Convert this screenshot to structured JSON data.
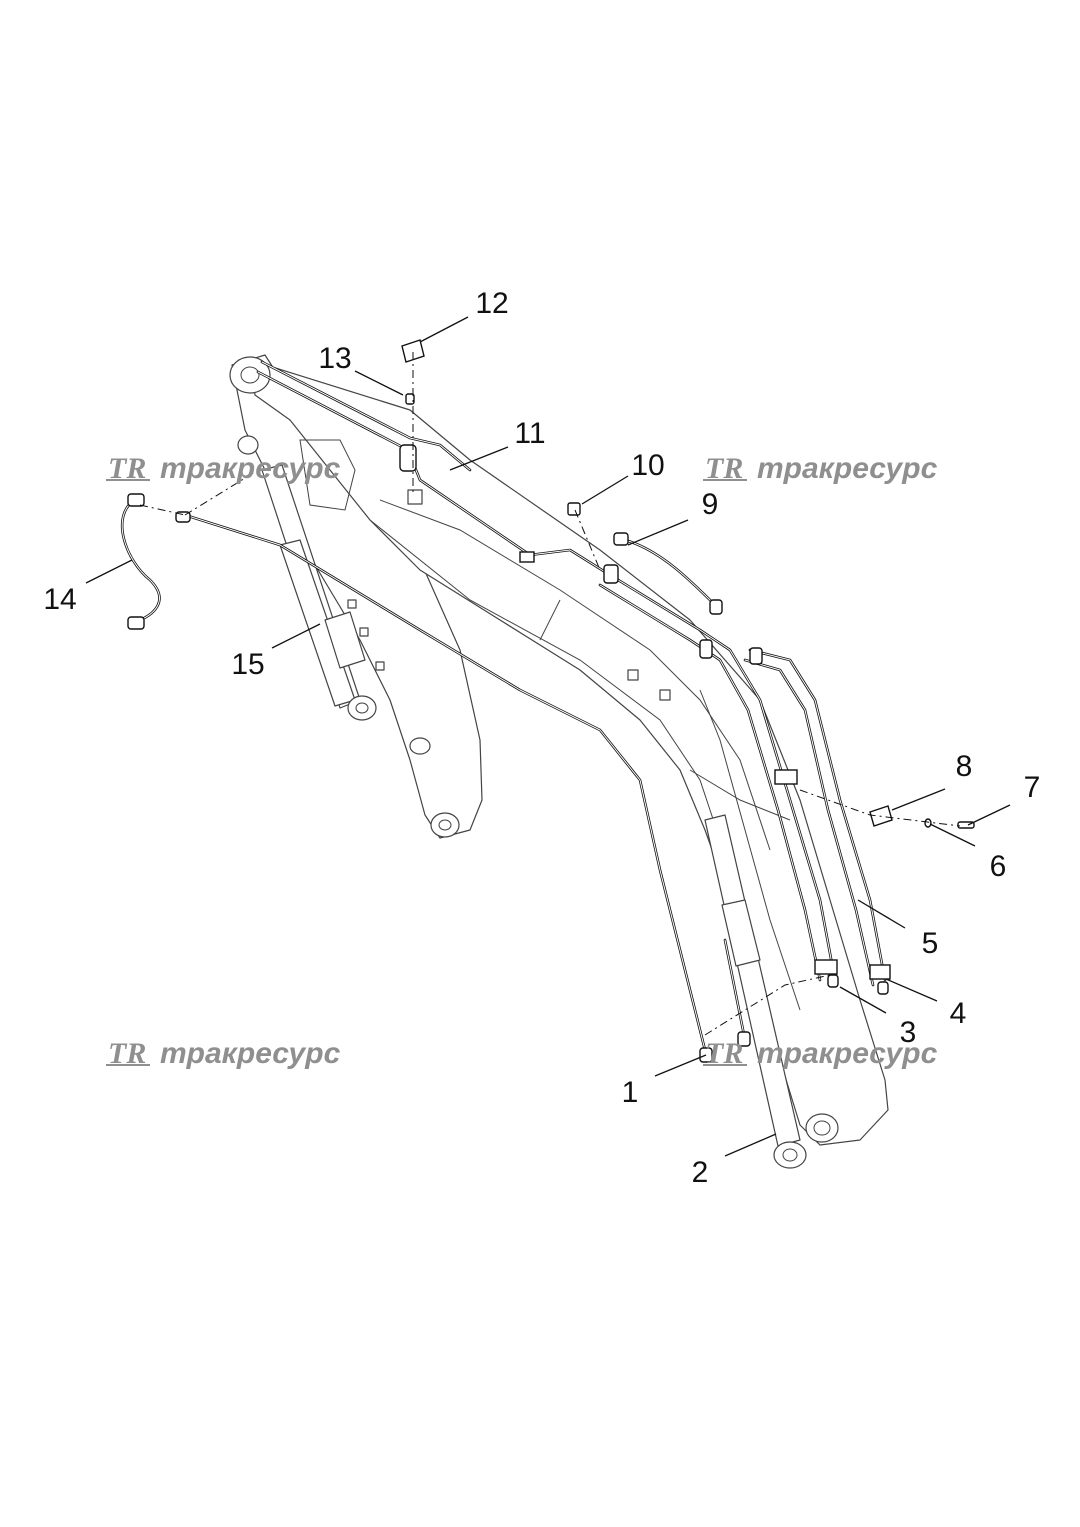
{
  "watermark": {
    "logo": "TR",
    "text": "тракресурс"
  },
  "callouts": [
    {
      "id": "1",
      "label": "1"
    },
    {
      "id": "2",
      "label": "2"
    },
    {
      "id": "3",
      "label": "3"
    },
    {
      "id": "4",
      "label": "4"
    },
    {
      "id": "5",
      "label": "5"
    },
    {
      "id": "6",
      "label": "6"
    },
    {
      "id": "7",
      "label": "7"
    },
    {
      "id": "8",
      "label": "8"
    },
    {
      "id": "9",
      "label": "9"
    },
    {
      "id": "10",
      "label": "10"
    },
    {
      "id": "11",
      "label": "11"
    },
    {
      "id": "12",
      "label": "12"
    },
    {
      "id": "13",
      "label": "13"
    },
    {
      "id": "14",
      "label": "14"
    },
    {
      "id": "15",
      "label": "15"
    }
  ],
  "colors": {
    "line": "#111111",
    "watermark": "#8f8f8f",
    "background": "#ffffff"
  }
}
